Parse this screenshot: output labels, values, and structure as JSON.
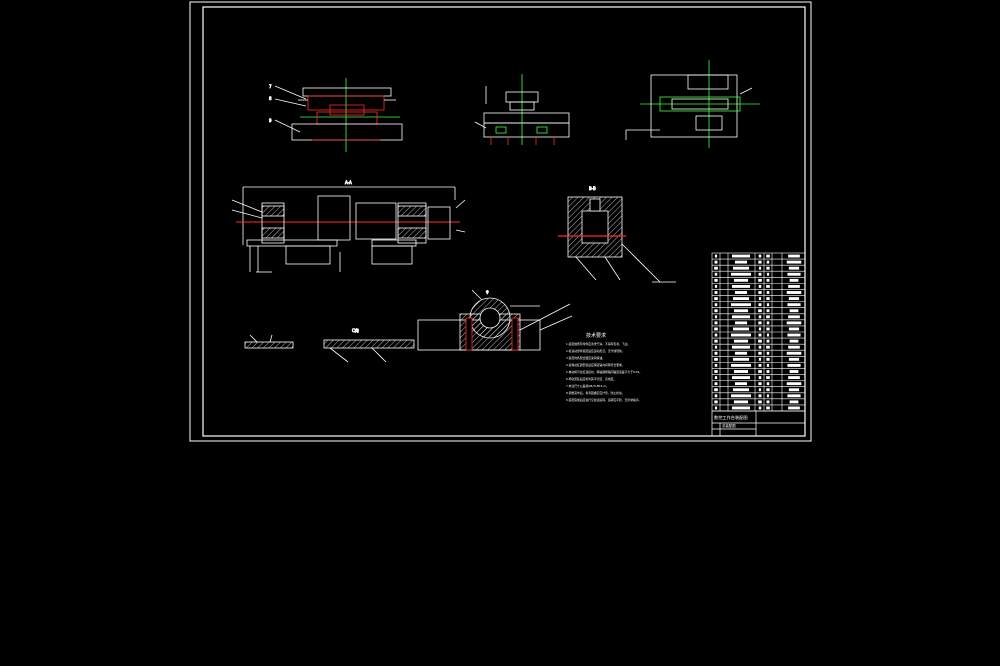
{
  "drawing": {
    "section_aa_label": "A-A",
    "section_bb_label": "B-B",
    "view_c_label": "C向",
    "tech_requirements_title": "技术要求",
    "tech_requirements": [
      "1.装配前所有零件应清洗干净，不得有毛刺、飞边。",
      "2.各运动部件装配后应运动灵活，无卡滞现象。",
      "3.装配时各配合面应涂润滑油。",
      "4.滚珠丝杠副安装后应保证轴向间隙符合要求。",
      "5.电动机与丝杠连接时，联轴器两轴同轴度误差不大于0.05。",
      "6.导轨安装后应检查其平行度、直线度。",
      "7.未注尺寸公差按GB/T1804-m。",
      "8.调整完毕后，各紧固螺钉应拧紧，防止松动。",
      "9.装配完成后应进行空载试运转，运转应平稳、无异常噪声。"
    ],
    "title_block": {
      "drawing_name": "数控工作台装配图",
      "drawing_subtitle": "总装配图"
    },
    "colors": {
      "line": "#ffffff",
      "highlight": "#ff2a2a",
      "centerline": "#3cff3c",
      "background": "#000000"
    }
  }
}
